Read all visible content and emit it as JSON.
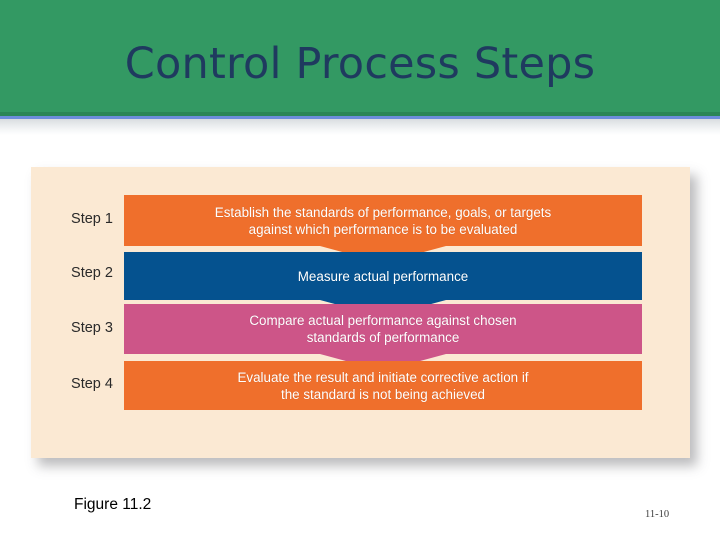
{
  "slide": {
    "title": "Control Process Steps",
    "banner_color": "#339963",
    "title_color": "#1f3a5f",
    "rule_color": "#6d8ddb",
    "panel_color": "#fbe9d3",
    "caption": "Figure 11.2",
    "slide_number": "11-10"
  },
  "diagram": {
    "type": "process-flow-chevrons",
    "steps": [
      {
        "label": "Step 1",
        "text": "Establish the standards of performance, goals, or targets\nagainst which performance is to be evaluated",
        "color": "#ef6f2c",
        "has_arrow": true
      },
      {
        "label": "Step 2",
        "text": "Measure actual performance",
        "color": "#05528f",
        "has_arrow": true
      },
      {
        "label": "Step 3",
        "text": "Compare actual performance against chosen\nstandards of performance",
        "color": "#cd5588",
        "has_arrow": true
      },
      {
        "label": "Step 4",
        "text": "Evaluate the result and initiate corrective action if\nthe standard is not being achieved",
        "color": "#ef6f2c",
        "has_arrow": false
      }
    ]
  }
}
